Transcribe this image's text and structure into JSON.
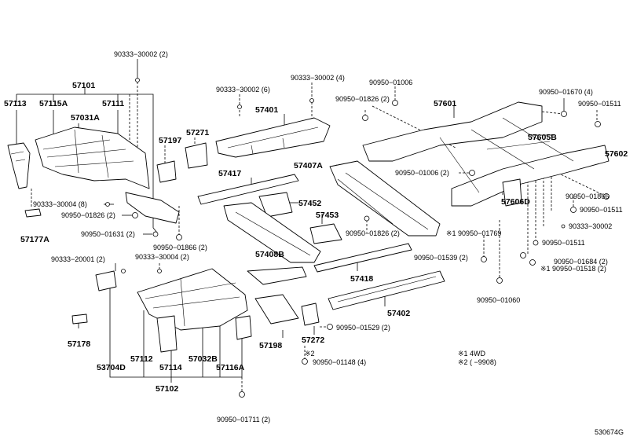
{
  "labels": [
    {
      "id": "p57101",
      "text": "57101"
    },
    {
      "id": "p57113",
      "text": "57113"
    },
    {
      "id": "p57115A",
      "text": "57115A"
    },
    {
      "id": "p57111",
      "text": "57111"
    },
    {
      "id": "p57031A",
      "text": "57031A"
    },
    {
      "id": "p90333_30002_2",
      "text": "90333−30002 (2)"
    },
    {
      "id": "p90333_30004_8",
      "text": "90333−30004 (8)"
    },
    {
      "id": "p90950_01826_2a",
      "text": "90950−01826 (2)"
    },
    {
      "id": "p90950_01631_2",
      "text": "90950−01631 (2)"
    },
    {
      "id": "p57177A",
      "text": "57177A"
    },
    {
      "id": "p57197",
      "text": "57197"
    },
    {
      "id": "p57271",
      "text": "57271"
    },
    {
      "id": "p90950_01866_2",
      "text": "90950−01866 (2)"
    },
    {
      "id": "p90333_30002_6",
      "text": "90333−30002 (6)"
    },
    {
      "id": "p90333_30002_4",
      "text": "90333−30002 (4)"
    },
    {
      "id": "p57401",
      "text": "57401"
    },
    {
      "id": "p57417",
      "text": "57417"
    },
    {
      "id": "p57407A",
      "text": "57407A"
    },
    {
      "id": "p57452",
      "text": "57452"
    },
    {
      "id": "p57453",
      "text": "57453"
    },
    {
      "id": "p57408B",
      "text": "57408B"
    },
    {
      "id": "p90950_01826_2b",
      "text": "90950−01826 (2)"
    },
    {
      "id": "p90950_01006",
      "text": "90950−01006"
    },
    {
      "id": "p90950_01826_2c",
      "text": "90950−01826 (2)"
    },
    {
      "id": "p57601",
      "text": "57601"
    },
    {
      "id": "p90950_01670_4",
      "text": "90950−01670 (4)"
    },
    {
      "id": "p90950_01511a",
      "text": "90950−01511"
    },
    {
      "id": "p57605B",
      "text": "57605B"
    },
    {
      "id": "p57602",
      "text": "57602"
    },
    {
      "id": "p90950_01006_2",
      "text": "90950−01006 (2)"
    },
    {
      "id": "p57606D",
      "text": "57606D"
    },
    {
      "id": "p90950_01866",
      "text": "90950−01866"
    },
    {
      "id": "p90950_01511b",
      "text": "90950−01511"
    },
    {
      "id": "p90950_01769",
      "text": "※1 90950−01769"
    },
    {
      "id": "p90333_30002",
      "text": "90333−30002"
    },
    {
      "id": "p90950_01511c",
      "text": "90950−01511"
    },
    {
      "id": "p90950_01684_2",
      "text": "90950−01684 (2)"
    },
    {
      "id": "p90950_01518_2",
      "text": "※1 90950−01518 (2)"
    },
    {
      "id": "p90950_01539_2",
      "text": "90950−01539 (2)"
    },
    {
      "id": "p57418",
      "text": "57418"
    },
    {
      "id": "p57402",
      "text": "57402"
    },
    {
      "id": "p90950_01060",
      "text": "90950−01060"
    },
    {
      "id": "p90333_20001_2",
      "text": "90333−20001 (2)"
    },
    {
      "id": "p90333_30004_2",
      "text": "90333−30004 (2)"
    },
    {
      "id": "p57178",
      "text": "57178"
    },
    {
      "id": "p57198",
      "text": "57198"
    },
    {
      "id": "p57272",
      "text": "57272"
    },
    {
      "id": "p90950_01529_2",
      "text": "90950−01529 (2)"
    },
    {
      "id": "p57112",
      "text": "57112"
    },
    {
      "id": "p57114",
      "text": "57114"
    },
    {
      "id": "p57032B",
      "text": "57032B"
    },
    {
      "id": "p57116A",
      "text": "57116A"
    },
    {
      "id": "p53704D",
      "text": "53704D"
    },
    {
      "id": "p57102",
      "text": "57102"
    },
    {
      "id": "p_mark2",
      "text": "※2"
    },
    {
      "id": "p90950_01148_4",
      "text": "90950−01148 (4)"
    },
    {
      "id": "p90950_01711_2",
      "text": "90950−01711 (2)"
    }
  ],
  "notes": {
    "note1": "※1  4WD",
    "note2": "※2  (         −9908)"
  },
  "ref_code": "530674G"
}
